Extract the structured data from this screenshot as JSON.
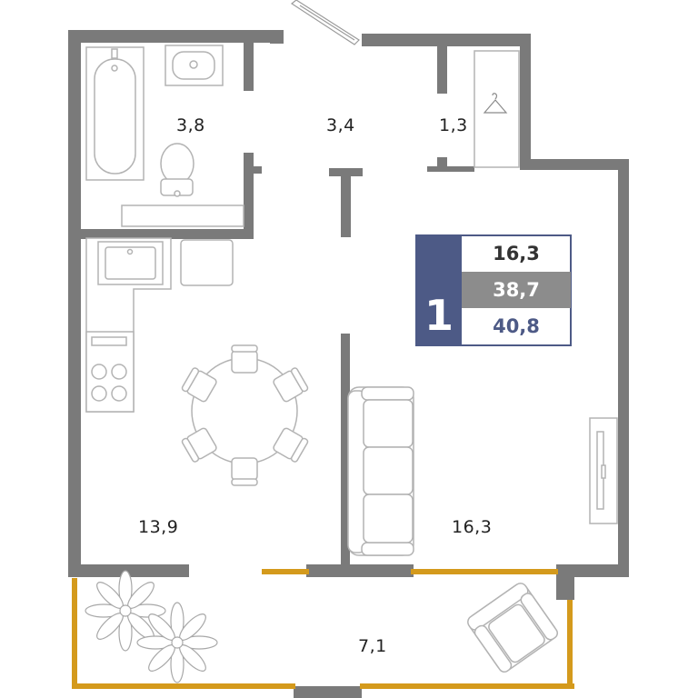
{
  "colors": {
    "wall": "#7a7a7a",
    "balcony_rail": "#d49a1c",
    "furniture_stroke": "#b3b3b3",
    "info_accent": "#4d5a86",
    "info_gray": "#8c8c8c",
    "info_light": "#ffffff"
  },
  "rooms": {
    "bathroom": "3,8",
    "hallway": "3,4",
    "wardrobe": "1,3",
    "kitchen": "13,9",
    "living_room": "16,3",
    "balcony": "7,1"
  },
  "info": {
    "rooms_count": "1",
    "living_area": "16,3",
    "total_area": "38,7",
    "full_area": "40,8"
  },
  "icons": [
    "bathtub-icon",
    "sink-icon",
    "toilet-icon",
    "kitchen-sink-icon",
    "stove-icon",
    "fridge-icon",
    "dining-table-icon",
    "chair-icon",
    "sofa-icon",
    "tv-stand-icon",
    "armchair-icon",
    "plant-icon",
    "hanger-icon",
    "door-icon"
  ]
}
